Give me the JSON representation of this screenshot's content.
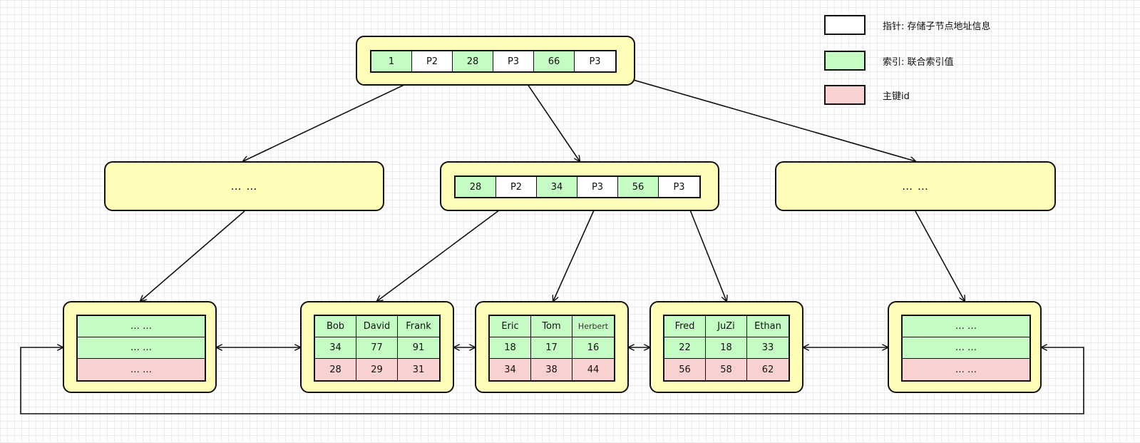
{
  "legend": [
    {
      "label": "指针: 存储子节点地址信息",
      "color": "#ffffff"
    },
    {
      "label": "索引: 联合索引值",
      "color": "#c4fcc4"
    },
    {
      "label": "主键id",
      "color": "#fad1d1"
    }
  ],
  "root": {
    "cells": [
      {
        "text": "1",
        "kind": "index"
      },
      {
        "text": "P2",
        "kind": "pointer"
      },
      {
        "text": "28",
        "kind": "index"
      },
      {
        "text": "P3",
        "kind": "pointer"
      },
      {
        "text": "66",
        "kind": "index"
      },
      {
        "text": "P3",
        "kind": "pointer"
      }
    ]
  },
  "middle": {
    "left_text": "… …",
    "center_cells": [
      {
        "text": "28",
        "kind": "index"
      },
      {
        "text": "P2",
        "kind": "pointer"
      },
      {
        "text": "34",
        "kind": "index"
      },
      {
        "text": "P3",
        "kind": "pointer"
      },
      {
        "text": "56",
        "kind": "index"
      },
      {
        "text": "P3",
        "kind": "pointer"
      }
    ],
    "right_text": "… …"
  },
  "leaves": {
    "left": [
      "… …",
      "… …",
      "… …"
    ],
    "leaf1": {
      "names": [
        "Bob",
        "David",
        "Frank"
      ],
      "values": [
        "34",
        "77",
        "91"
      ],
      "ids": [
        "28",
        "29",
        "31"
      ]
    },
    "leaf2": {
      "names": [
        "Eric",
        "Tom",
        "Herbert"
      ],
      "values": [
        "18",
        "17",
        "16"
      ],
      "ids": [
        "34",
        "38",
        "44"
      ]
    },
    "leaf3": {
      "names": [
        "Fred",
        "JuZi",
        "Ethan"
      ],
      "values": [
        "22",
        "18",
        "33"
      ],
      "ids": [
        "56",
        "58",
        "62"
      ]
    },
    "right": [
      "… …",
      "… …",
      "… …"
    ]
  }
}
